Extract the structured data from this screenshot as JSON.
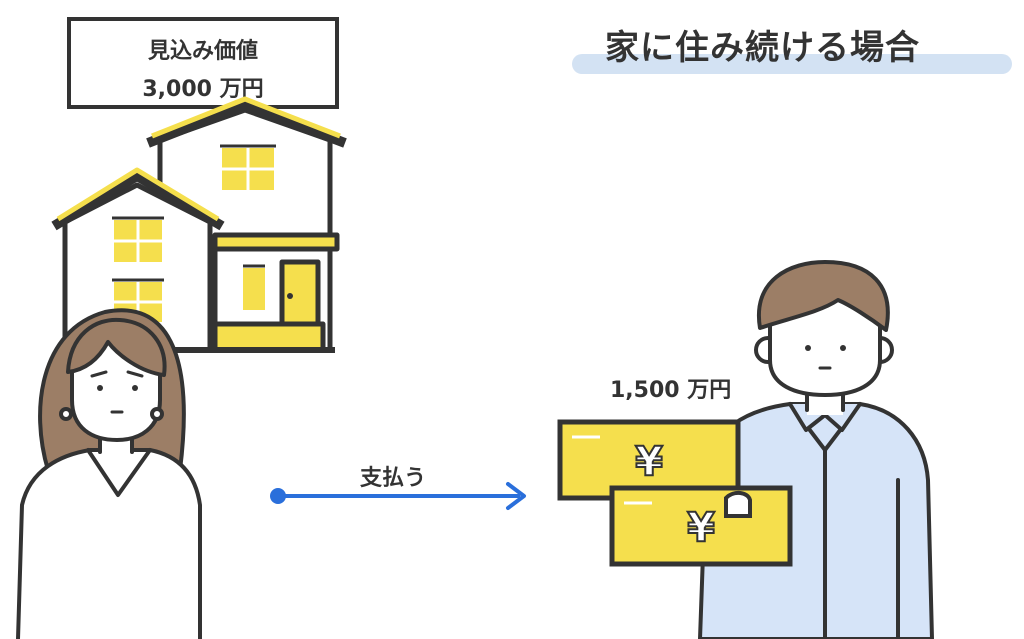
{
  "title": "家に住み続ける場合",
  "house_value": {
    "label": "見込み価値",
    "amount": "3,000 万円"
  },
  "payment": {
    "amount": "1,500 万円",
    "action": "支払う"
  },
  "colors": {
    "accent_yellow": "#f5df4d",
    "outline": "#333333",
    "arrow_blue": "#2a6fdb",
    "title_highlight": "#d3e2f3",
    "shirt_blue": "#d6e4f8",
    "hair_brown": "#9c7e66",
    "skin": "#ffffff"
  },
  "icons": [
    "house-icon",
    "woman-icon",
    "man-icon",
    "yen-bill-icon",
    "arrow-right-icon"
  ]
}
